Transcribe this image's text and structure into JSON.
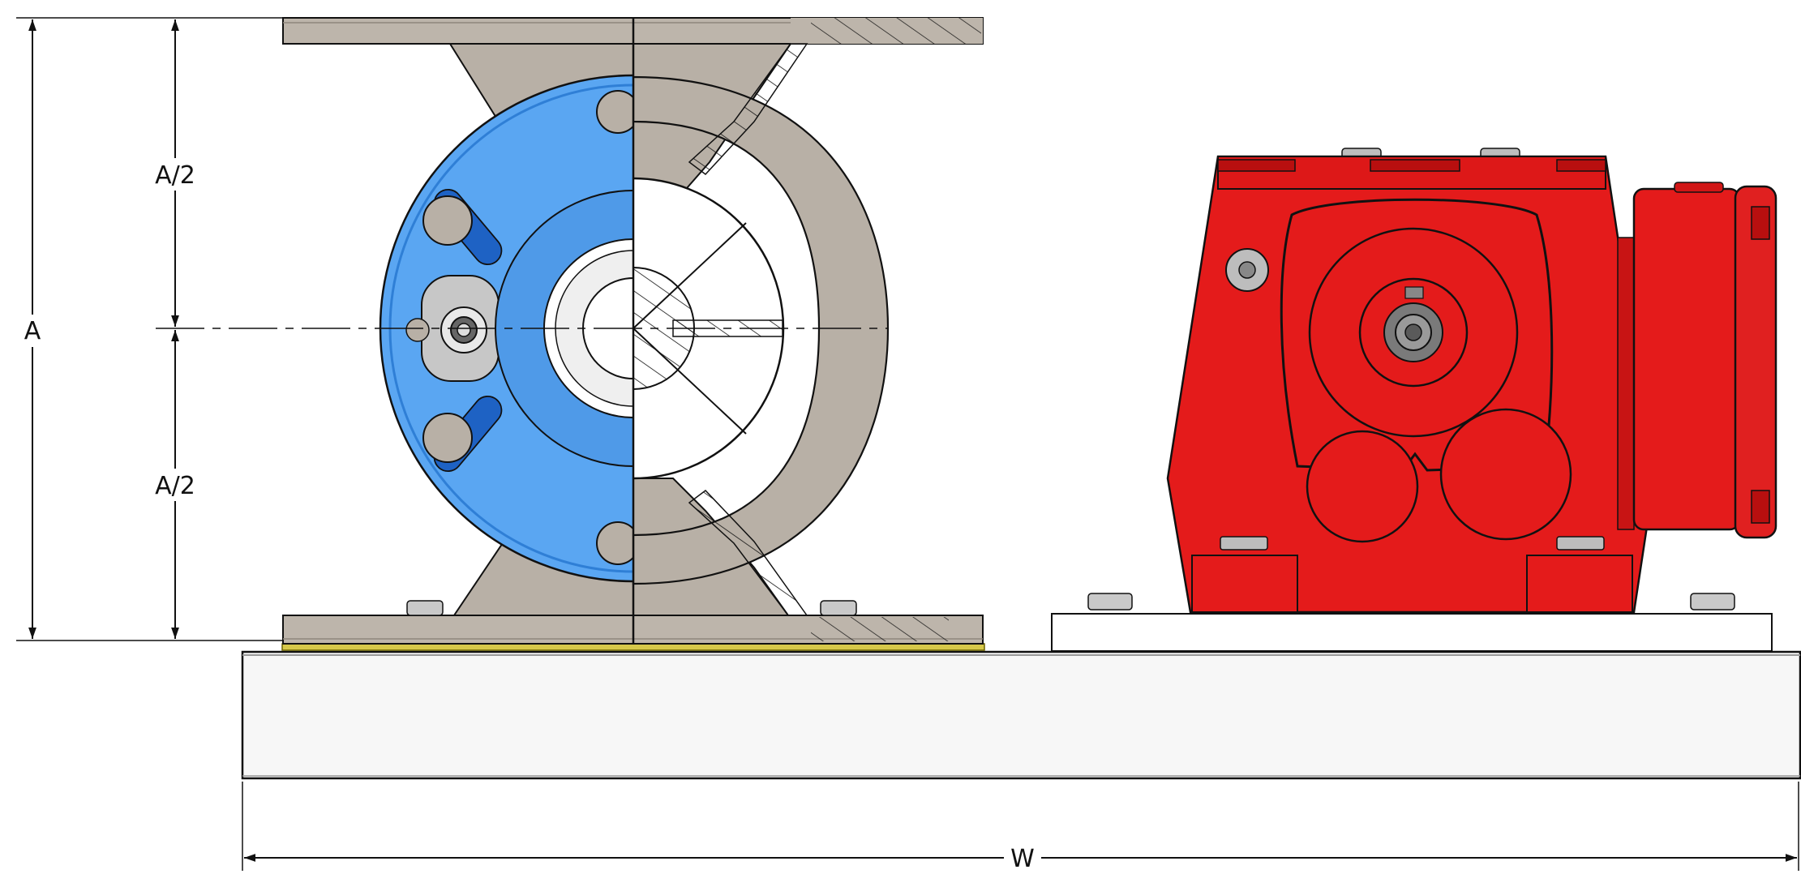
{
  "dimensions": {
    "overall_height_label": "A",
    "upper_half_label": "A/2",
    "lower_half_label": "A/2",
    "overall_width_label": "W"
  },
  "colors": {
    "background": "#ffffff",
    "line": "#111111",
    "valve_body": "#b8b0a6",
    "valve_body_dark": "#9c948a",
    "endplate_blue": "#5aa6f2",
    "endplate_blue_dark": "#1e6fd0",
    "gear_motor_red": "#e41b1b",
    "gear_motor_red_dark": "#b80f0f",
    "base_frame": "#f4f4f4",
    "gasket_yellow": "#c8b400"
  },
  "icons": {
    "dimension_arrow": "arrowhead-icon",
    "centerline": "centerline-icon"
  }
}
